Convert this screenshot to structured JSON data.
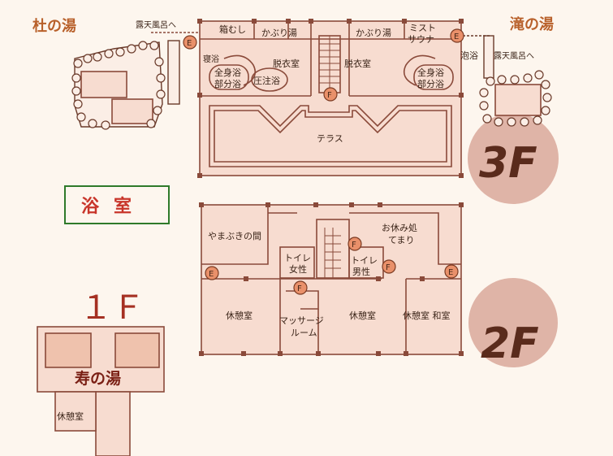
{
  "baths": {
    "left_name": "杜の湯",
    "right_name": "滝の湯",
    "bottom_name": "寿の湯"
  },
  "floors": {
    "f3": "3F",
    "f2": "2F",
    "f1": "１Ｆ"
  },
  "legend": {
    "label": "浴室"
  },
  "rooms3f": {
    "rotenburo_left": "露天風呂へ",
    "rotenburo_right": "露天風呂へ",
    "hakomushi": "箱むし",
    "kaburi_left": "かぶり湯",
    "kaburi_right": "かぶり湯",
    "mist_sauna_1": "ミスト",
    "mist_sauna_2": "サウナ",
    "neyu": "寝浴",
    "awayu": "泡浴",
    "zenshin_left_1": "全身浴",
    "zenshin_left_2": "部分浴",
    "zenshin_right_1": "全身浴",
    "zenshin_right_2": "部分浴",
    "atchu": "圧注浴",
    "datsui_left": "脱衣室",
    "datsui_right": "脱衣室",
    "terrace": "テラス"
  },
  "rooms2f": {
    "yamabuki": "やまぶきの間",
    "oyasumi_1": "お休み処",
    "oyasumi_2": "てまり",
    "toilet_f_1": "トイレ",
    "toilet_f_2": "女性",
    "toilet_m_1": "トイレ",
    "toilet_m_2": "男性",
    "kyukei_left": "休憩室",
    "massage_1": "マッサージ",
    "massage_2": "ルーム",
    "kyukei_mid": "休憩室",
    "kyukei_washitsu": "休憩室 和室"
  },
  "rooms1f": {
    "kyukei": "休憩室"
  },
  "icons": {
    "elevator": "E",
    "fire": "F"
  },
  "colors": {
    "background": "#fdf6ee",
    "room_fill": "#f7dcd0",
    "wall": "#8a4a3a",
    "bath_name": "#b8602a",
    "legend_text": "#c8352a",
    "legend_border": "#2f7a2a",
    "floor_circle": "#d9a89a"
  }
}
